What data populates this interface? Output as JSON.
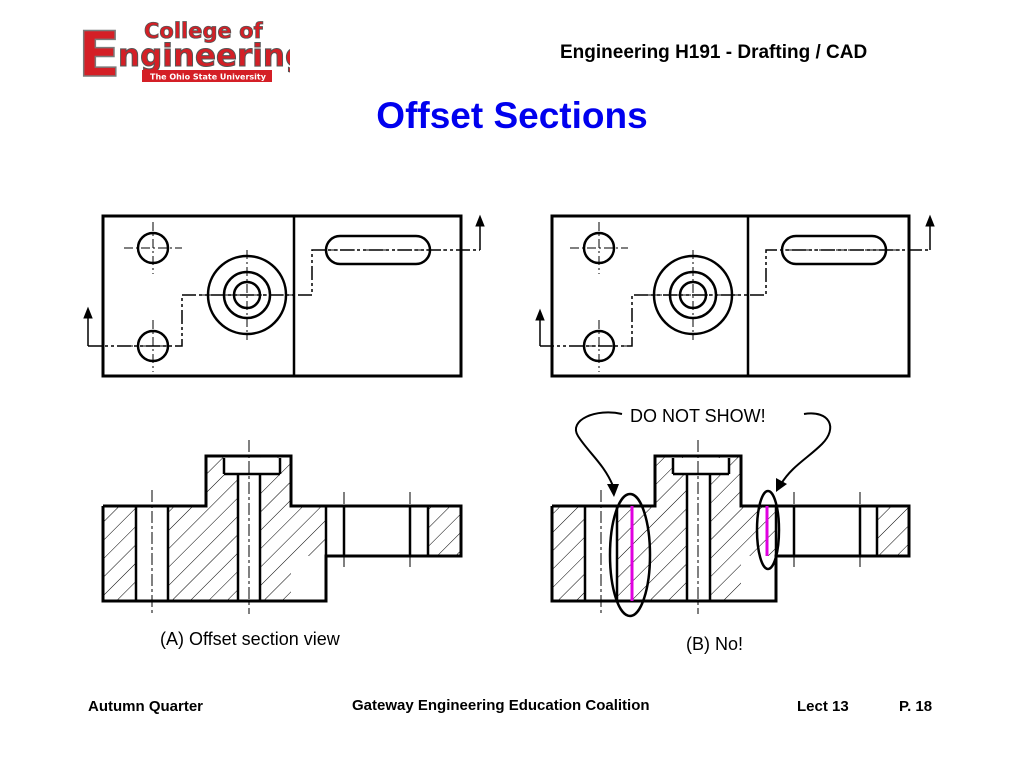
{
  "logo": {
    "letter_e": "E",
    "line1": "College of",
    "line2": "ngineering",
    "university": "The Ohio State University"
  },
  "header": {
    "course": "Engineering H191  - Drafting / CAD"
  },
  "slide": {
    "title": "Offset Sections"
  },
  "figure": {
    "caption_a": "(A)  Offset section view",
    "caption_b": "(B)  No!",
    "callout": "DO NOT SHOW!",
    "highlight_color": "#e000e0"
  },
  "footer": {
    "quarter": "Autumn Quarter",
    "coalition": "Gateway Engineering Education Coalition",
    "lecture": "Lect 13",
    "page": "P. 18"
  }
}
